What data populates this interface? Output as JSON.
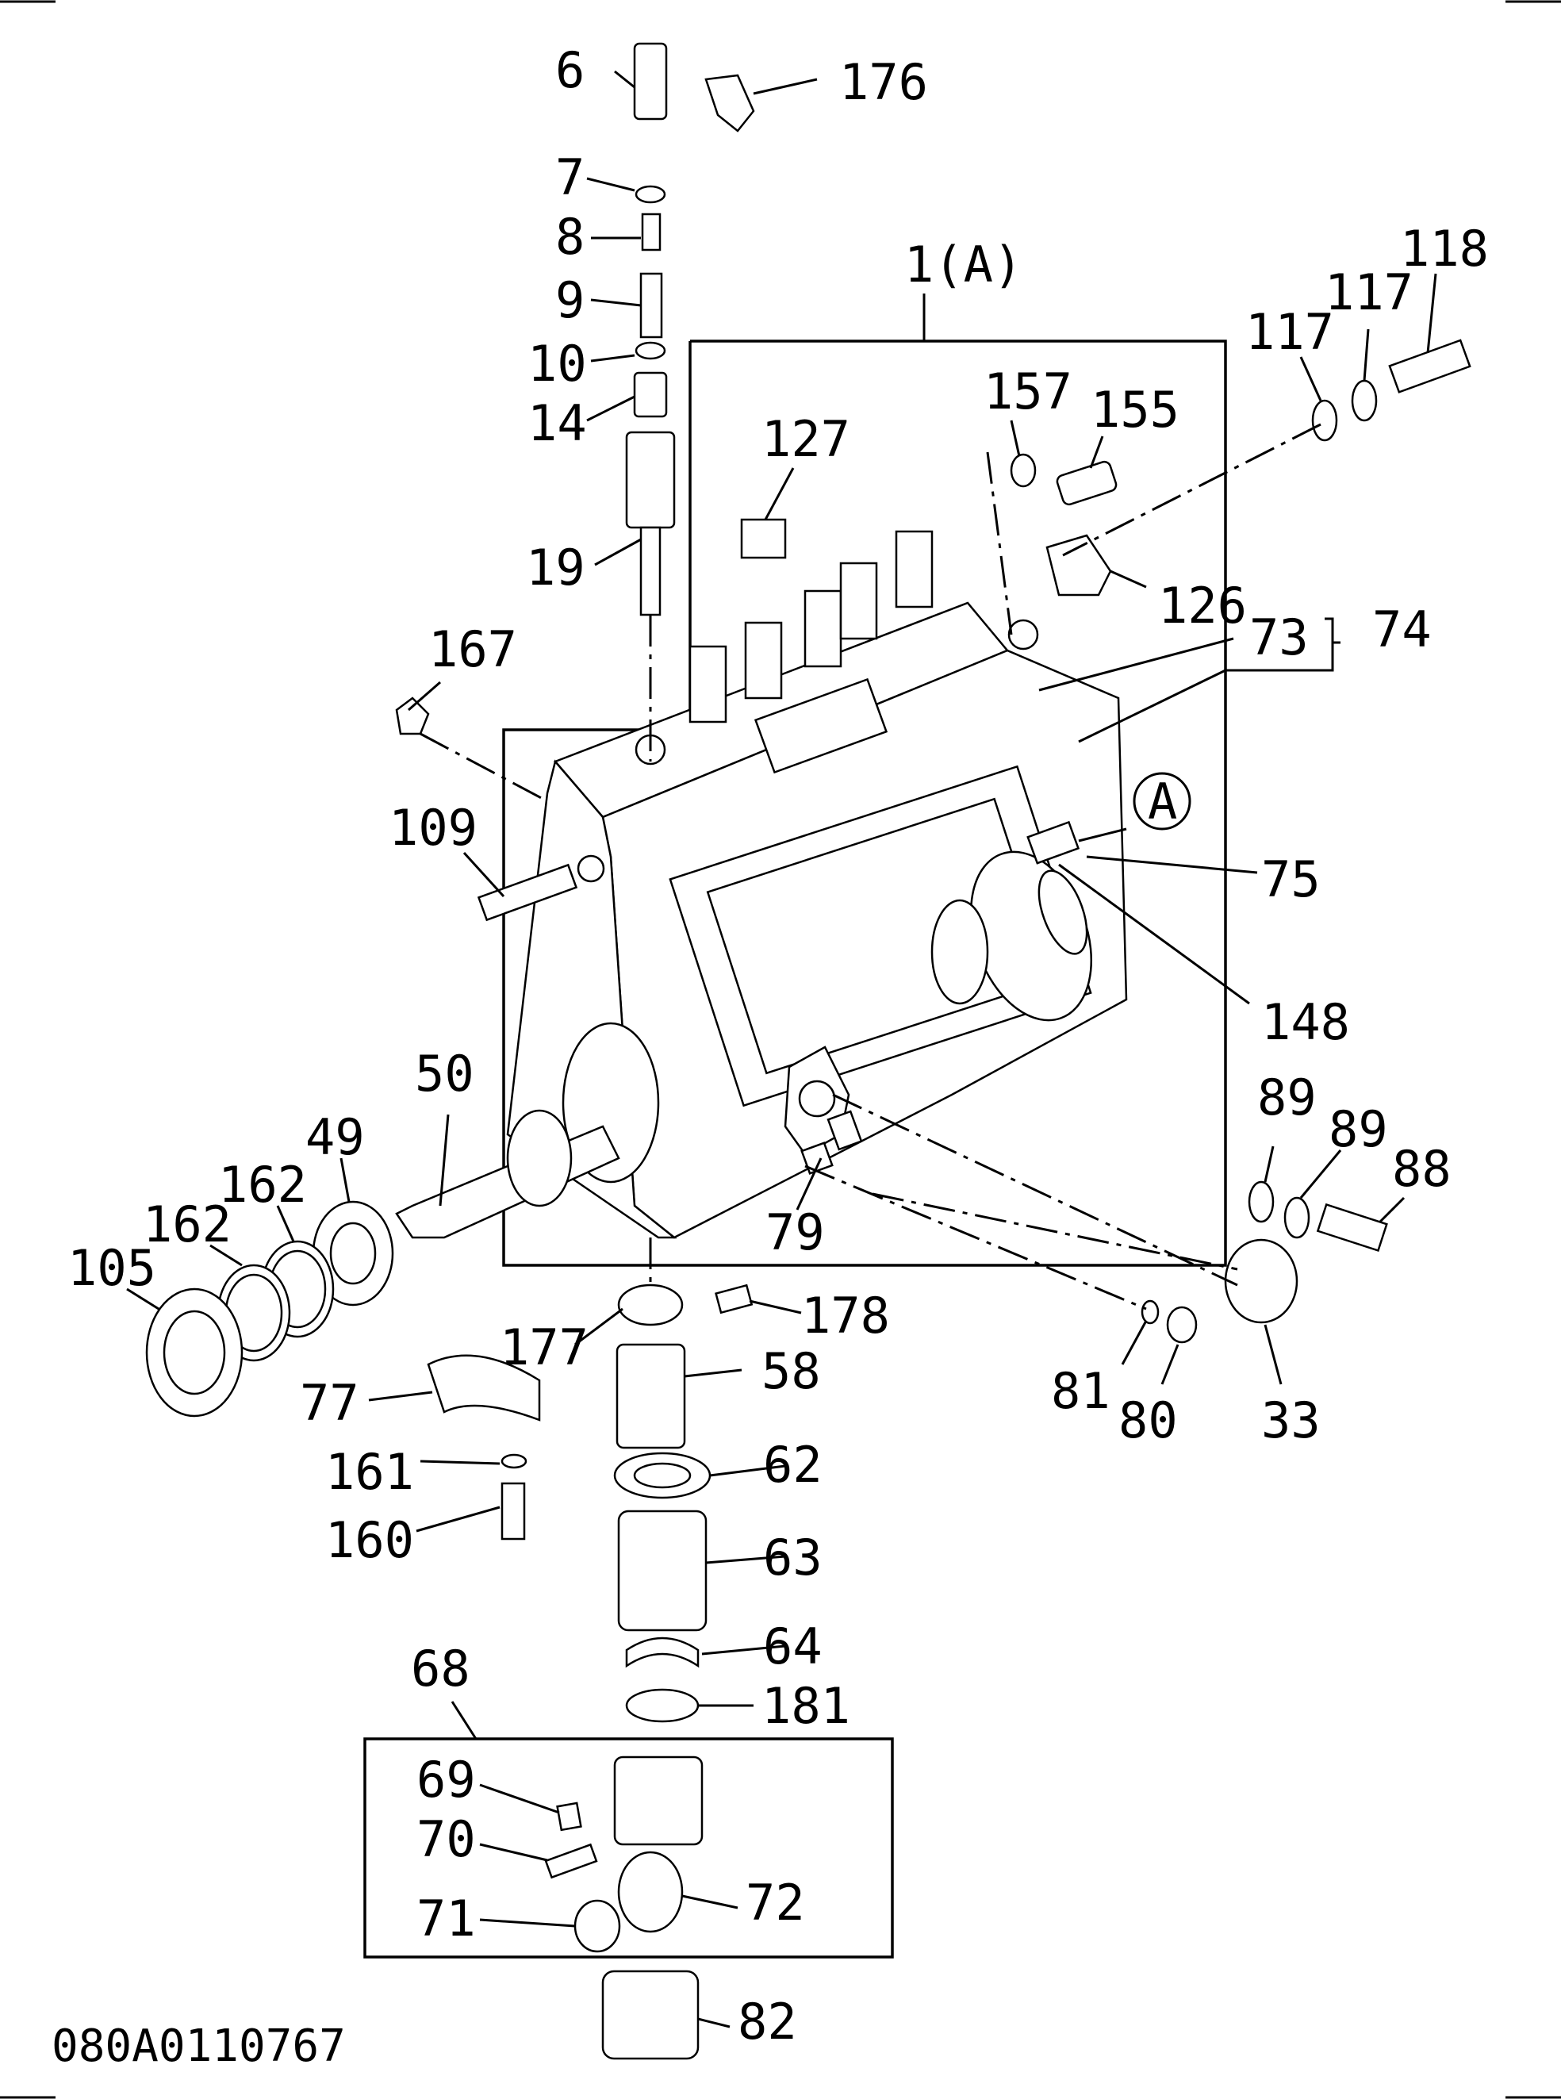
{
  "document_id": "080A0110767",
  "callouts": {
    "l6": "6",
    "l176": "176",
    "l7": "7",
    "l8": "8",
    "l9": "9",
    "l10": "10",
    "l14": "14",
    "l19": "19",
    "l127": "127",
    "l1a": "1(A)",
    "l157": "157",
    "l155": "155",
    "l117a": "117",
    "l117b": "117",
    "l118": "118",
    "l126": "126",
    "l73": "73",
    "l74": "74",
    "l167": "167",
    "la": "A",
    "l109": "109",
    "l75": "75",
    "l148": "148",
    "l50": "50",
    "l49": "49",
    "l162a": "162",
    "l162b": "162",
    "l105": "105",
    "l89a": "89",
    "l89b": "89",
    "l88": "88",
    "l79": "79",
    "l177": "177",
    "l178": "178",
    "l58": "58",
    "l77": "77",
    "l81": "81",
    "l80": "80",
    "l33": "33",
    "l161": "161",
    "l62": "62",
    "l160": "160",
    "l63": "63",
    "l64": "64",
    "l68": "68",
    "l181": "181",
    "l69": "69",
    "l70": "70",
    "l72": "72",
    "l71": "71",
    "l82": "82"
  }
}
